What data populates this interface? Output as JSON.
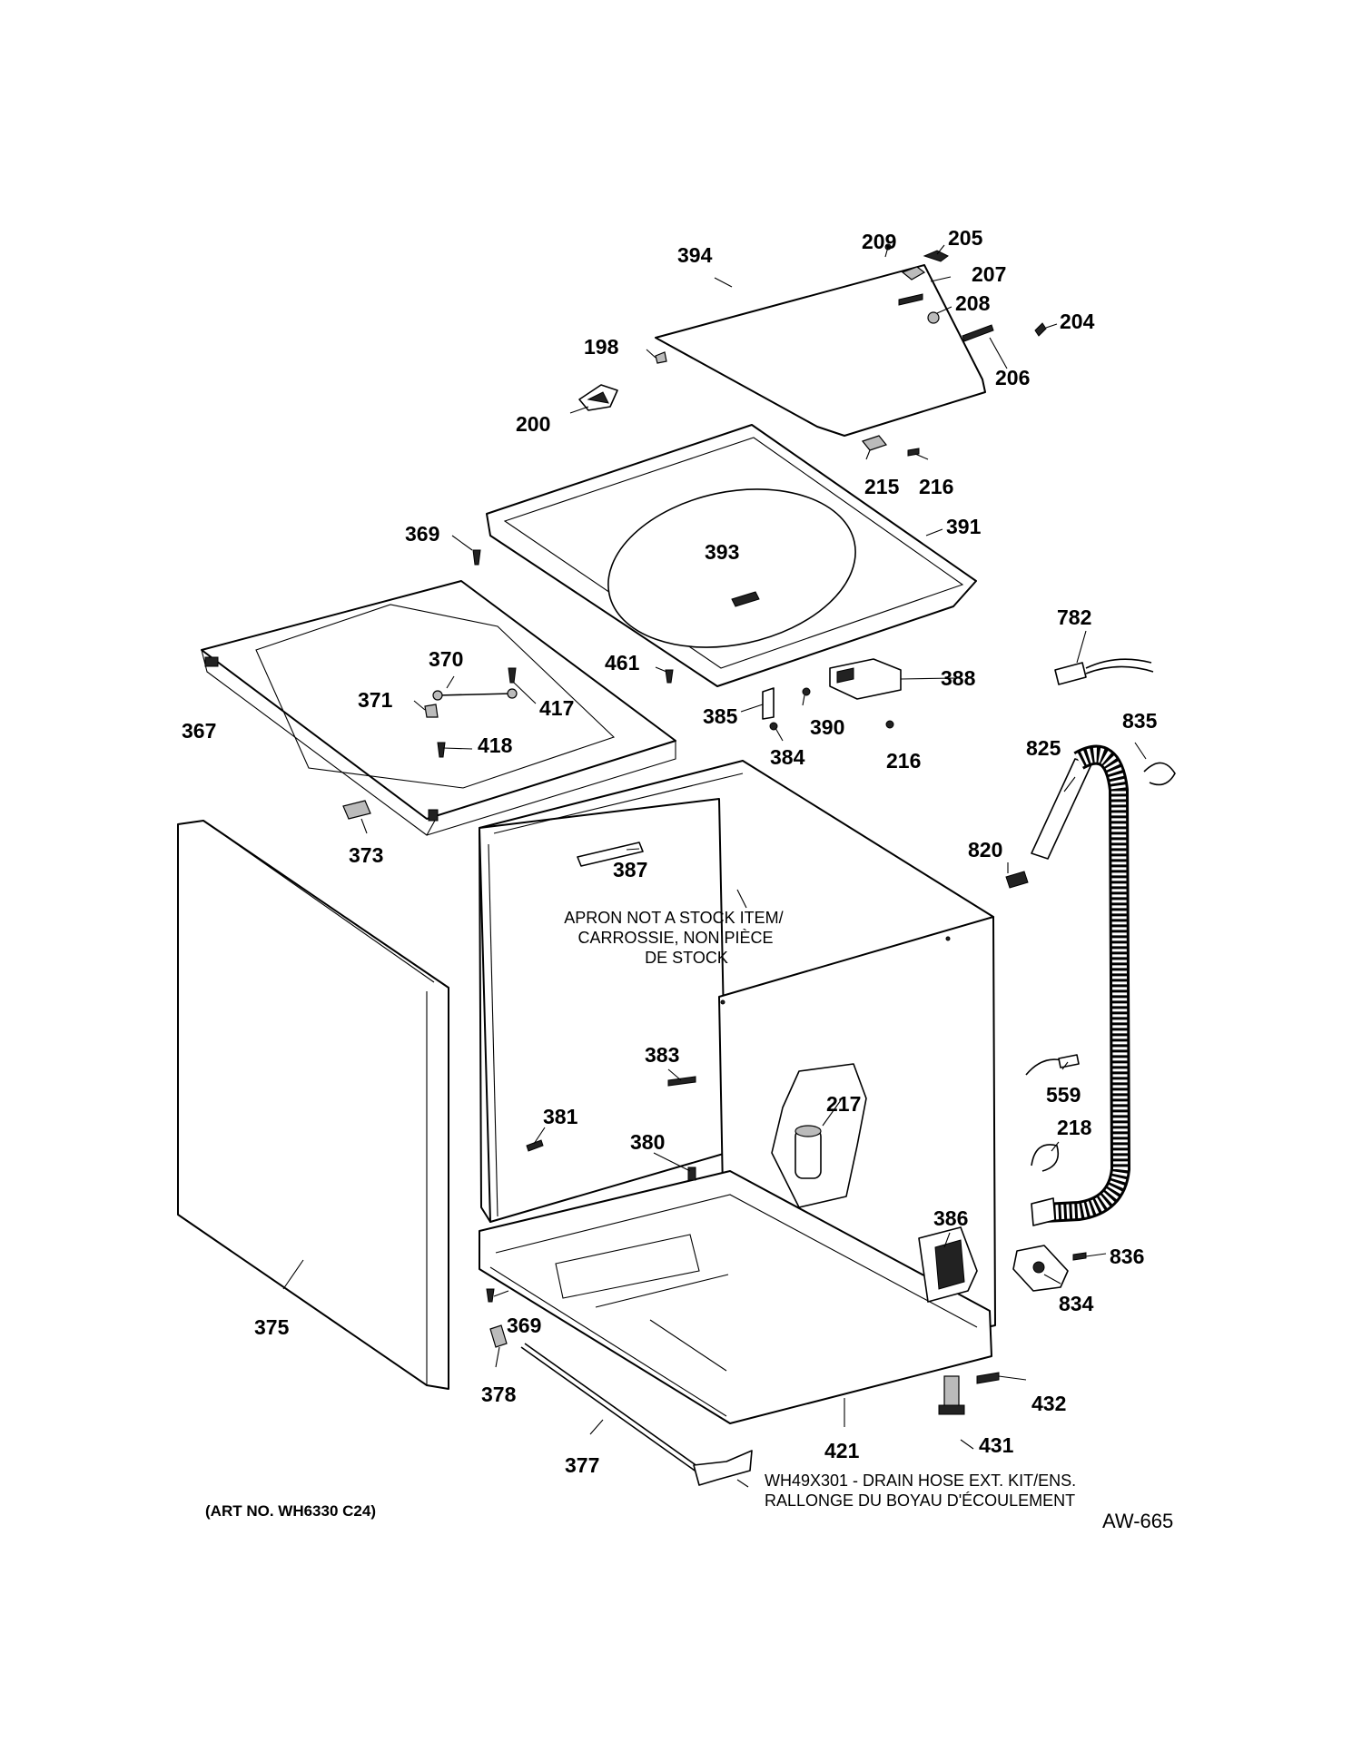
{
  "diagram": {
    "parts": {
      "p394": "394",
      "p209": "209",
      "p205": "205",
      "p207": "207",
      "p208": "208",
      "p204": "204",
      "p206": "206",
      "p198": "198",
      "p200": "200",
      "p215": "215",
      "p216a": "216",
      "p391": "391",
      "p393": "393",
      "p369a": "369",
      "p782": "782",
      "p370": "370",
      "p461": "461",
      "p388": "388",
      "p371": "371",
      "p417": "417",
      "p385": "385",
      "p390": "390",
      "p367": "367",
      "p418": "418",
      "p384": "384",
      "p216b": "216",
      "p835": "835",
      "p825": "825",
      "p820": "820",
      "p373": "373",
      "p387": "387",
      "p383": "383",
      "p217": "217",
      "p559": "559",
      "p381": "381",
      "p218": "218",
      "p380": "380",
      "p386": "386",
      "p836": "836",
      "p834": "834",
      "p375": "375",
      "p369b": "369",
      "p378": "378",
      "p432": "432",
      "p421": "421",
      "p431": "431",
      "p377": "377"
    },
    "notes": {
      "apron_line1": "APRON NOT A STOCK ITEM/",
      "apron_line2": "CARROSSIE, NON PIÈCE",
      "apron_line3": "DE STOCK",
      "drain_kit_line1": "WH49X301 - DRAIN HOSE EXT. KIT/ENS.",
      "drain_kit_line2": "RALLONGE DU BOYAU D'ÉCOULEMENT"
    },
    "art_number": "(ART NO. WH6330 C24)",
    "drawing_code": "AW-665"
  }
}
